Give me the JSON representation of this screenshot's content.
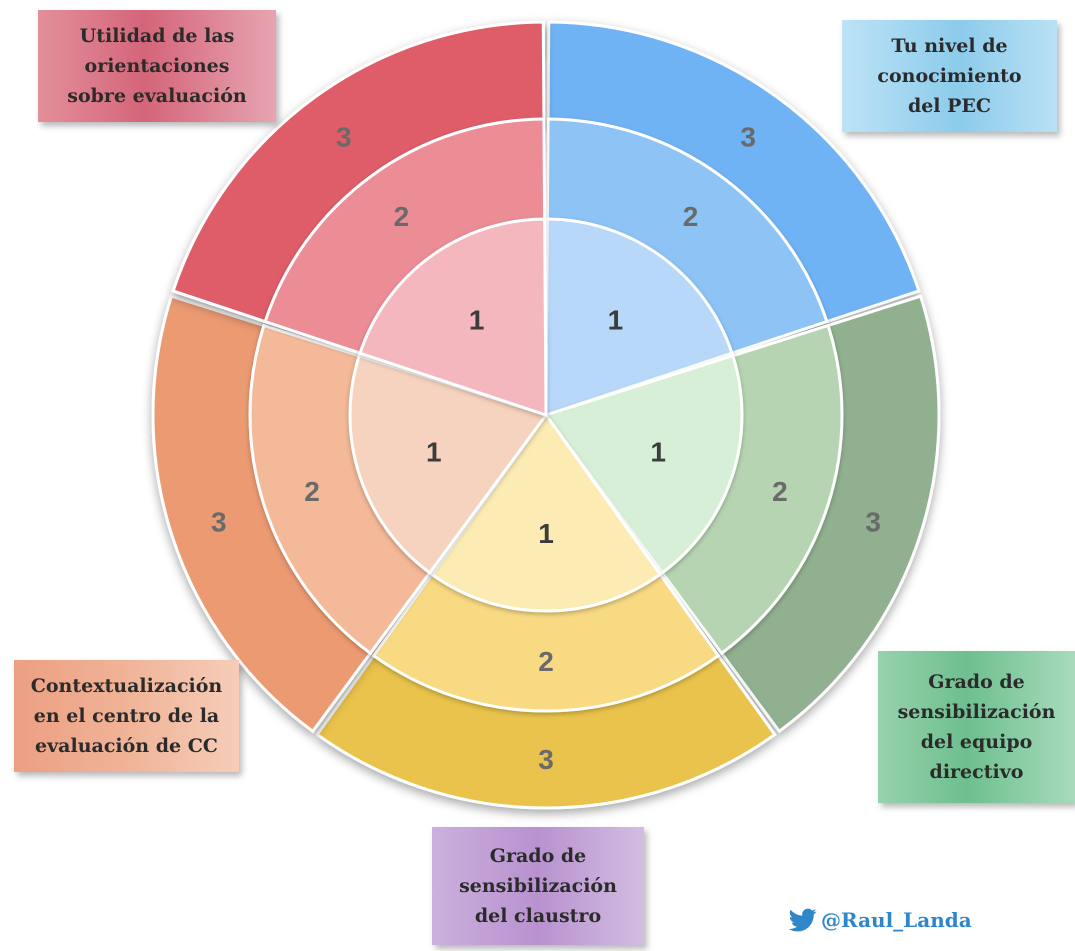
{
  "rings": [
    "1",
    "2",
    "3"
  ],
  "sectors": [
    {
      "title": "Tu nivel de\nconocimiento\ndel PEC",
      "colors": [
        "#b7d8f9",
        "#8ec3f6",
        "#6fb3f4"
      ]
    },
    {
      "title": "Grado de\nsensibilización\ndel equipo\ndirectivo",
      "colors": [
        "#d7efd6",
        "#b6d4b2",
        "#90b08f"
      ]
    },
    {
      "title": "Grado de\nsensibilización\ndel claustro",
      "colors": [
        "#fcebb3",
        "#f8da83",
        "#e9c34c"
      ]
    },
    {
      "title": "Contextualización\nen el centro de la\nevaluación de CC",
      "colors": [
        "#f6d3be",
        "#f3b998",
        "#eb9a72"
      ]
    },
    {
      "title": "Utilidad de las\norientaciones\nsobre evaluación",
      "colors": [
        "#f4b7bd",
        "#ec8d96",
        "#de5d68"
      ]
    }
  ],
  "credit": {
    "handle": "@Raul_Landa",
    "icon": "twitter-bird-icon",
    "color": "#2f86c9"
  }
}
